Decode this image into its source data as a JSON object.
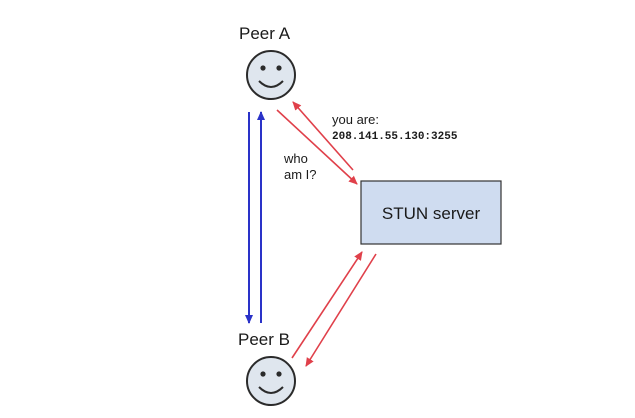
{
  "peers": {
    "a": {
      "label": "Peer A"
    },
    "b": {
      "label": "Peer B"
    }
  },
  "server": {
    "label": "STUN server"
  },
  "messages": {
    "request": {
      "line1": "who",
      "line2": "am I?"
    },
    "response": {
      "line1": "you are:",
      "line2": "208.141.55.130:3255"
    }
  },
  "colors": {
    "server_fill": "#cfdcf0",
    "server_border": "#333333",
    "request_arrow": "#e0404a",
    "peer_link": "#2a32c8",
    "face_fill": "#dfe6ee",
    "face_stroke": "#2b2b2b"
  }
}
